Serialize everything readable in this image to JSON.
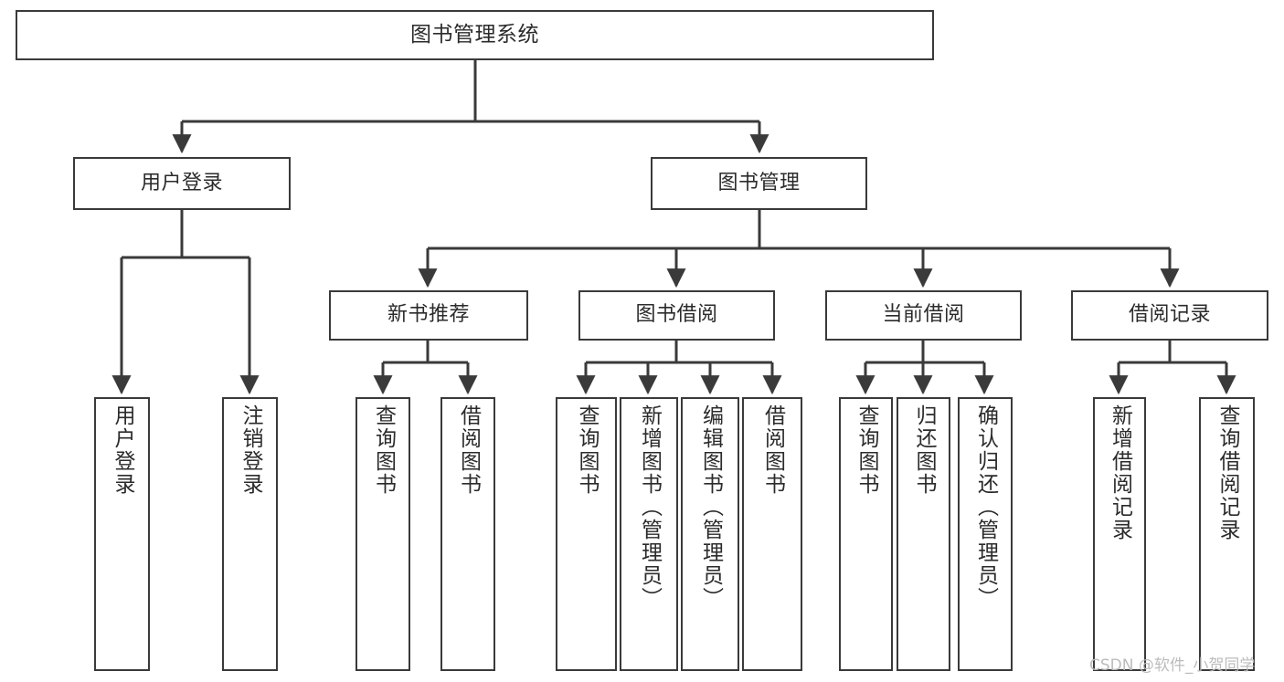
{
  "diagram": {
    "type": "tree-structure-chart",
    "title": "图书管理系统",
    "line_color": "#3a3a3a",
    "text_color": "#2b2b2b",
    "background": "#ffffff",
    "nodes": {
      "root": {
        "label": "图书管理系统"
      },
      "level1": [
        {
          "label": "用户登录"
        },
        {
          "label": "图书管理"
        }
      ],
      "level2": [
        {
          "label": "新书推荐"
        },
        {
          "label": "图书借阅"
        },
        {
          "label": "当前借阅"
        },
        {
          "label": "借阅记录"
        }
      ],
      "leaves": {
        "user_login": [
          {
            "label": "用户登录"
          },
          {
            "label": "注销登录"
          }
        ],
        "new_book_recommend": [
          {
            "label": "查询图书"
          },
          {
            "label": "借阅图书"
          }
        ],
        "book_borrow": [
          {
            "label": "查询图书"
          },
          {
            "label": "新增图书（管理员）"
          },
          {
            "label": "编辑图书（管理员）"
          },
          {
            "label": "借阅图书"
          }
        ],
        "current_borrow": [
          {
            "label": "查询图书"
          },
          {
            "label": "归还图书"
          },
          {
            "label": "确认归还（管理员）"
          }
        ],
        "borrow_record": [
          {
            "label": "新增借阅记录"
          },
          {
            "label": "查询借阅记录"
          }
        ]
      }
    },
    "watermark": "CSDN @软件_小贺同学"
  }
}
